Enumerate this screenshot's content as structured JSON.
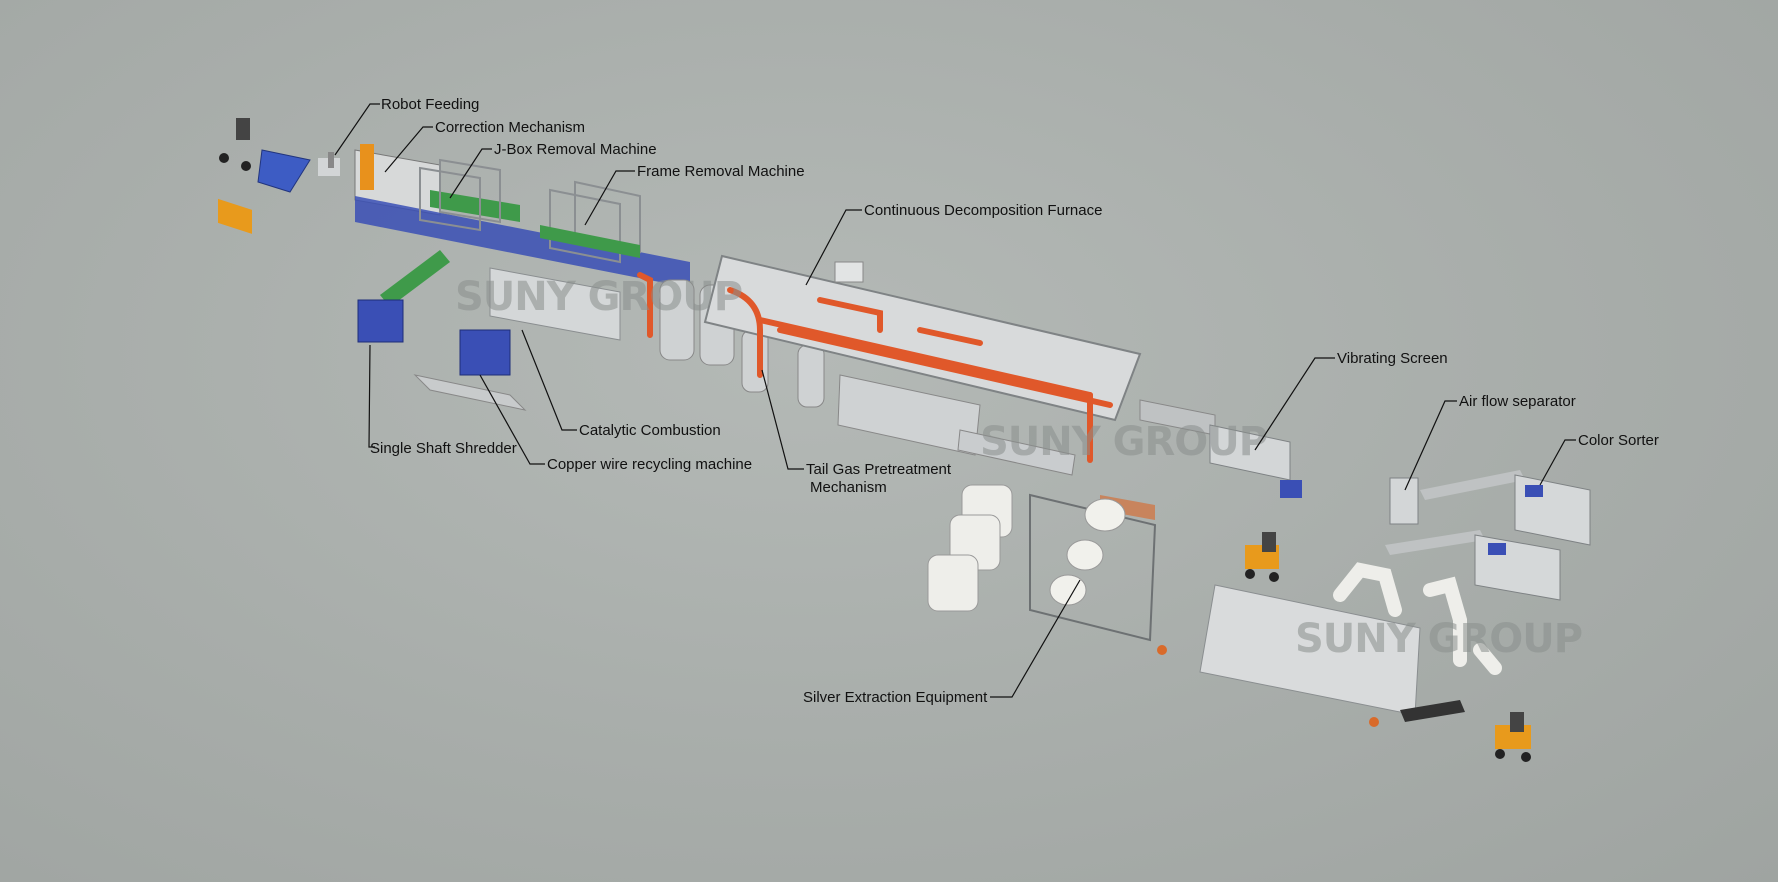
{
  "labels": {
    "robot_feeding": "Robot Feeding",
    "correction_mechanism": "Correction Mechanism",
    "jbox_removal": "J-Box Removal Machine",
    "frame_removal": "Frame Removal Machine",
    "continuous_furnace": "Continuous Decomposition Furnace",
    "vibrating_screen": "Vibrating Screen",
    "air_flow_separator": "Air flow separator",
    "color_sorter": "Color Sorter",
    "catalytic_combustion": "Catalytic Combustion",
    "single_shaft_shredder": "Single Shaft Shredder",
    "copper_wire_recycling": "Copper wire recycling machine",
    "tail_gas_line1": "Tail Gas Pretreatment",
    "tail_gas_line2": "Mechanism",
    "silver_extraction": "Silver Extraction Equipment"
  },
  "watermark": "SUNY GROUP",
  "colors": {
    "background": "#a9aeab",
    "equipment_blue": "#3a4fb5",
    "equipment_green": "#3f9a4a",
    "pipe_orange": "#e0582a",
    "forklift_orange": "#e89a1c",
    "steel_grey": "#c9ccce",
    "leader_line": "#111111"
  }
}
